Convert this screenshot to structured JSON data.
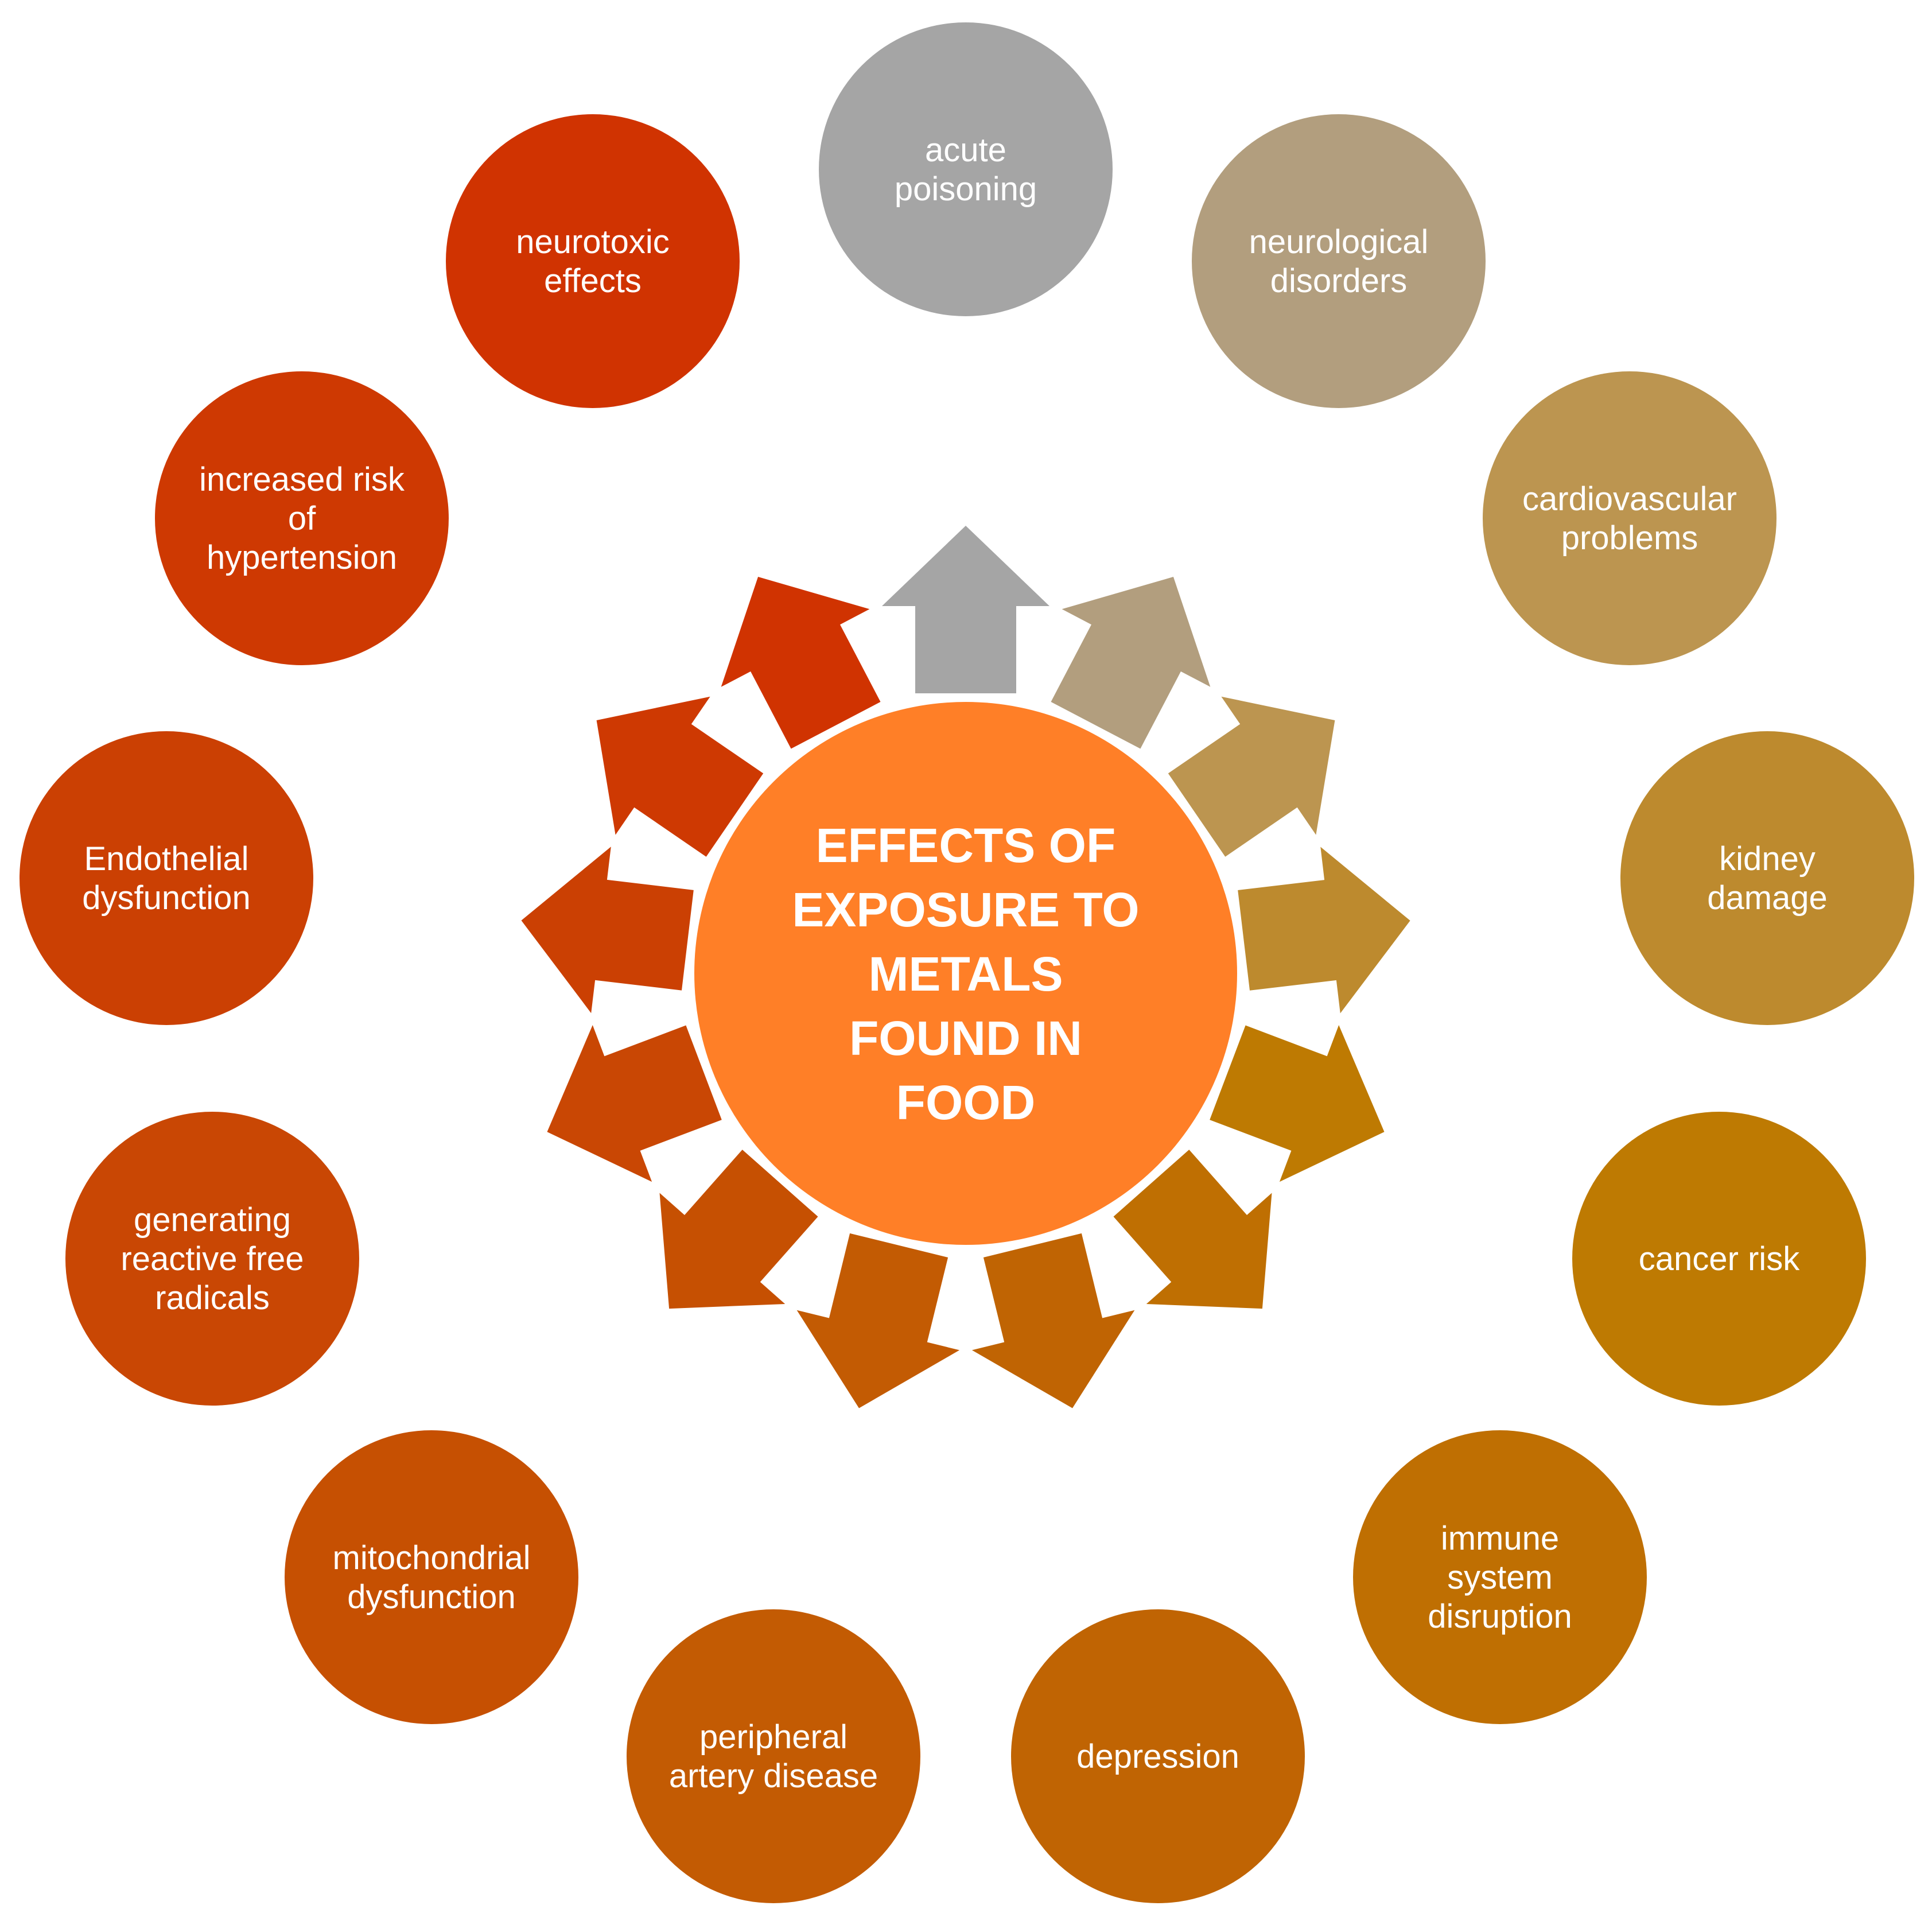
{
  "center": {
    "lines": [
      "EFFECTS OF",
      "EXPOSURE TO",
      "METALS",
      "FOUND IN",
      "FOOD"
    ],
    "color": "#FF7F27"
  },
  "effects": [
    {
      "id": "acute-poisoning",
      "lines": [
        "acute",
        "poisoning"
      ],
      "color": "#A5A5A5"
    },
    {
      "id": "neurological-disorders",
      "lines": [
        "neurological",
        "disorders"
      ],
      "color": "#B29E7E"
    },
    {
      "id": "cardiovascular-problems",
      "lines": [
        "cardiovascular",
        "problems"
      ],
      "color": "#BC9550"
    },
    {
      "id": "kidney-damage",
      "lines": [
        "kidney",
        "damage"
      ],
      "color": "#BD8A2E"
    },
    {
      "id": "cancer-risk",
      "lines": [
        "cancer risk"
      ],
      "color": "#BE7A02"
    },
    {
      "id": "immune-system-disruption",
      "lines": [
        "immune",
        "system",
        "disruption"
      ],
      "color": "#BF6F02"
    },
    {
      "id": "depression",
      "lines": [
        "depression"
      ],
      "color": "#C06403"
    },
    {
      "id": "peripheral-artery-disease",
      "lines": [
        "peripheral",
        "artery disease"
      ],
      "color": "#C35B03"
    },
    {
      "id": "mitochondrial-dysfunction",
      "lines": [
        "mitochondrial",
        "dysfunction"
      ],
      "color": "#C65002"
    },
    {
      "id": "generating-reactive-free-radicals",
      "lines": [
        "generating",
        "reactive free",
        "radicals"
      ],
      "color": "#C94704"
    },
    {
      "id": "endothelial-dysfunction",
      "lines": [
        "Endothelial",
        "dysfunction"
      ],
      "color": "#CB4003"
    },
    {
      "id": "increased-risk-of-hypertension",
      "lines": [
        "increased risk",
        "of",
        "hypertension"
      ],
      "color": "#CE3902"
    },
    {
      "id": "neurotoxic-effects",
      "lines": [
        "neurotoxic",
        "effects"
      ],
      "color": "#D03301"
    }
  ]
}
